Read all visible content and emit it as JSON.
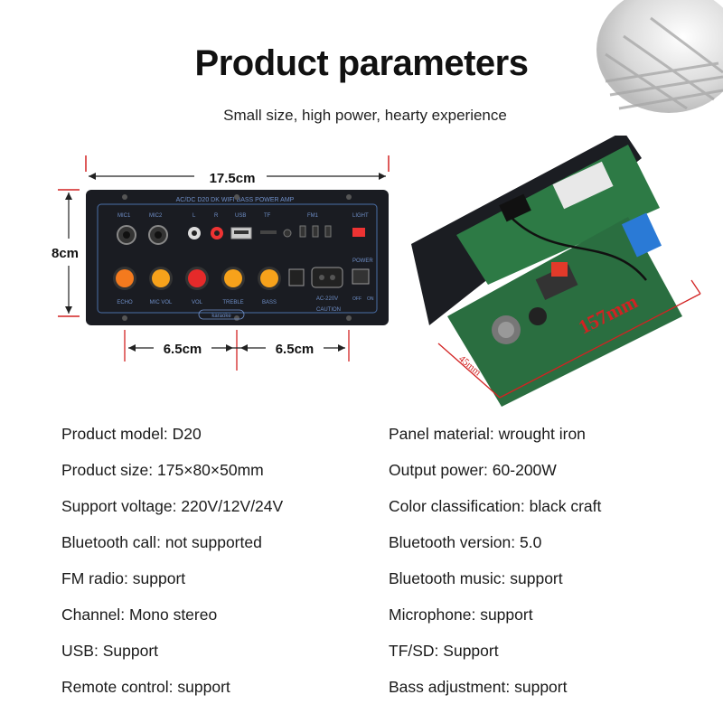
{
  "header": {
    "title": "Product parameters",
    "subtitle": "Small size, high power, hearty experience"
  },
  "diagram": {
    "width_label": "17.5cm",
    "height_label": "8cm",
    "spacing_left_label": "6.5cm",
    "spacing_right_label": "6.5cm",
    "panel_top_text": "AC/DC  D20 DK  WIFI  BASS  POWER AMP",
    "port_labels": [
      "MIC1",
      "MIC2",
      "L",
      "R",
      "USB",
      "TF",
      "FM1",
      "LIGHT"
    ],
    "knob_labels": [
      "ECHO",
      "MIC VOL",
      "VOL",
      "TREBLE",
      "BASS"
    ],
    "power_labels": [
      "POWER",
      "AC-220V",
      "OFF",
      "ON"
    ],
    "caution_text": "CAUTION",
    "brand_badge": "karaoke"
  },
  "board": {
    "length_label": "157mm",
    "height_label": "45mm"
  },
  "specs": [
    {
      "label": "Product model:",
      "value": "D20"
    },
    {
      "label": "Panel material:",
      "value": "wrought iron"
    },
    {
      "label": "Product size:",
      "value": "175×80×50mm"
    },
    {
      "label": "Output power:",
      "value": "60-200W"
    },
    {
      "label": "Support voltage:",
      "value": "220V/12V/24V"
    },
    {
      "label": "Color classification:",
      "value": "black craft"
    },
    {
      "label": "Bluetooth call:",
      "value": "not supported"
    },
    {
      "label": "Bluetooth version:",
      "value": "5.0"
    },
    {
      "label": "FM radio:",
      "value": "support"
    },
    {
      "label": "Bluetooth music:",
      "value": "support"
    },
    {
      "label": "Channel:",
      "value": "Mono stereo"
    },
    {
      "label": "Microphone:",
      "value": "support"
    },
    {
      "label": "USB:",
      "value": "Support"
    },
    {
      "label": "TF/SD:",
      "value": "Support"
    },
    {
      "label": "Remote control:",
      "value": "support"
    },
    {
      "label": "Bass adjustment:",
      "value": "support"
    }
  ],
  "colors": {
    "panel": "#1a1c22",
    "panel_trace": "#4a6fa8",
    "knob_orange": "#f47a1e",
    "knob_red": "#e52a2a",
    "knob_yellow": "#f7a21b",
    "pcb_green": "#2d7a45",
    "dim_red": "#d22222"
  }
}
